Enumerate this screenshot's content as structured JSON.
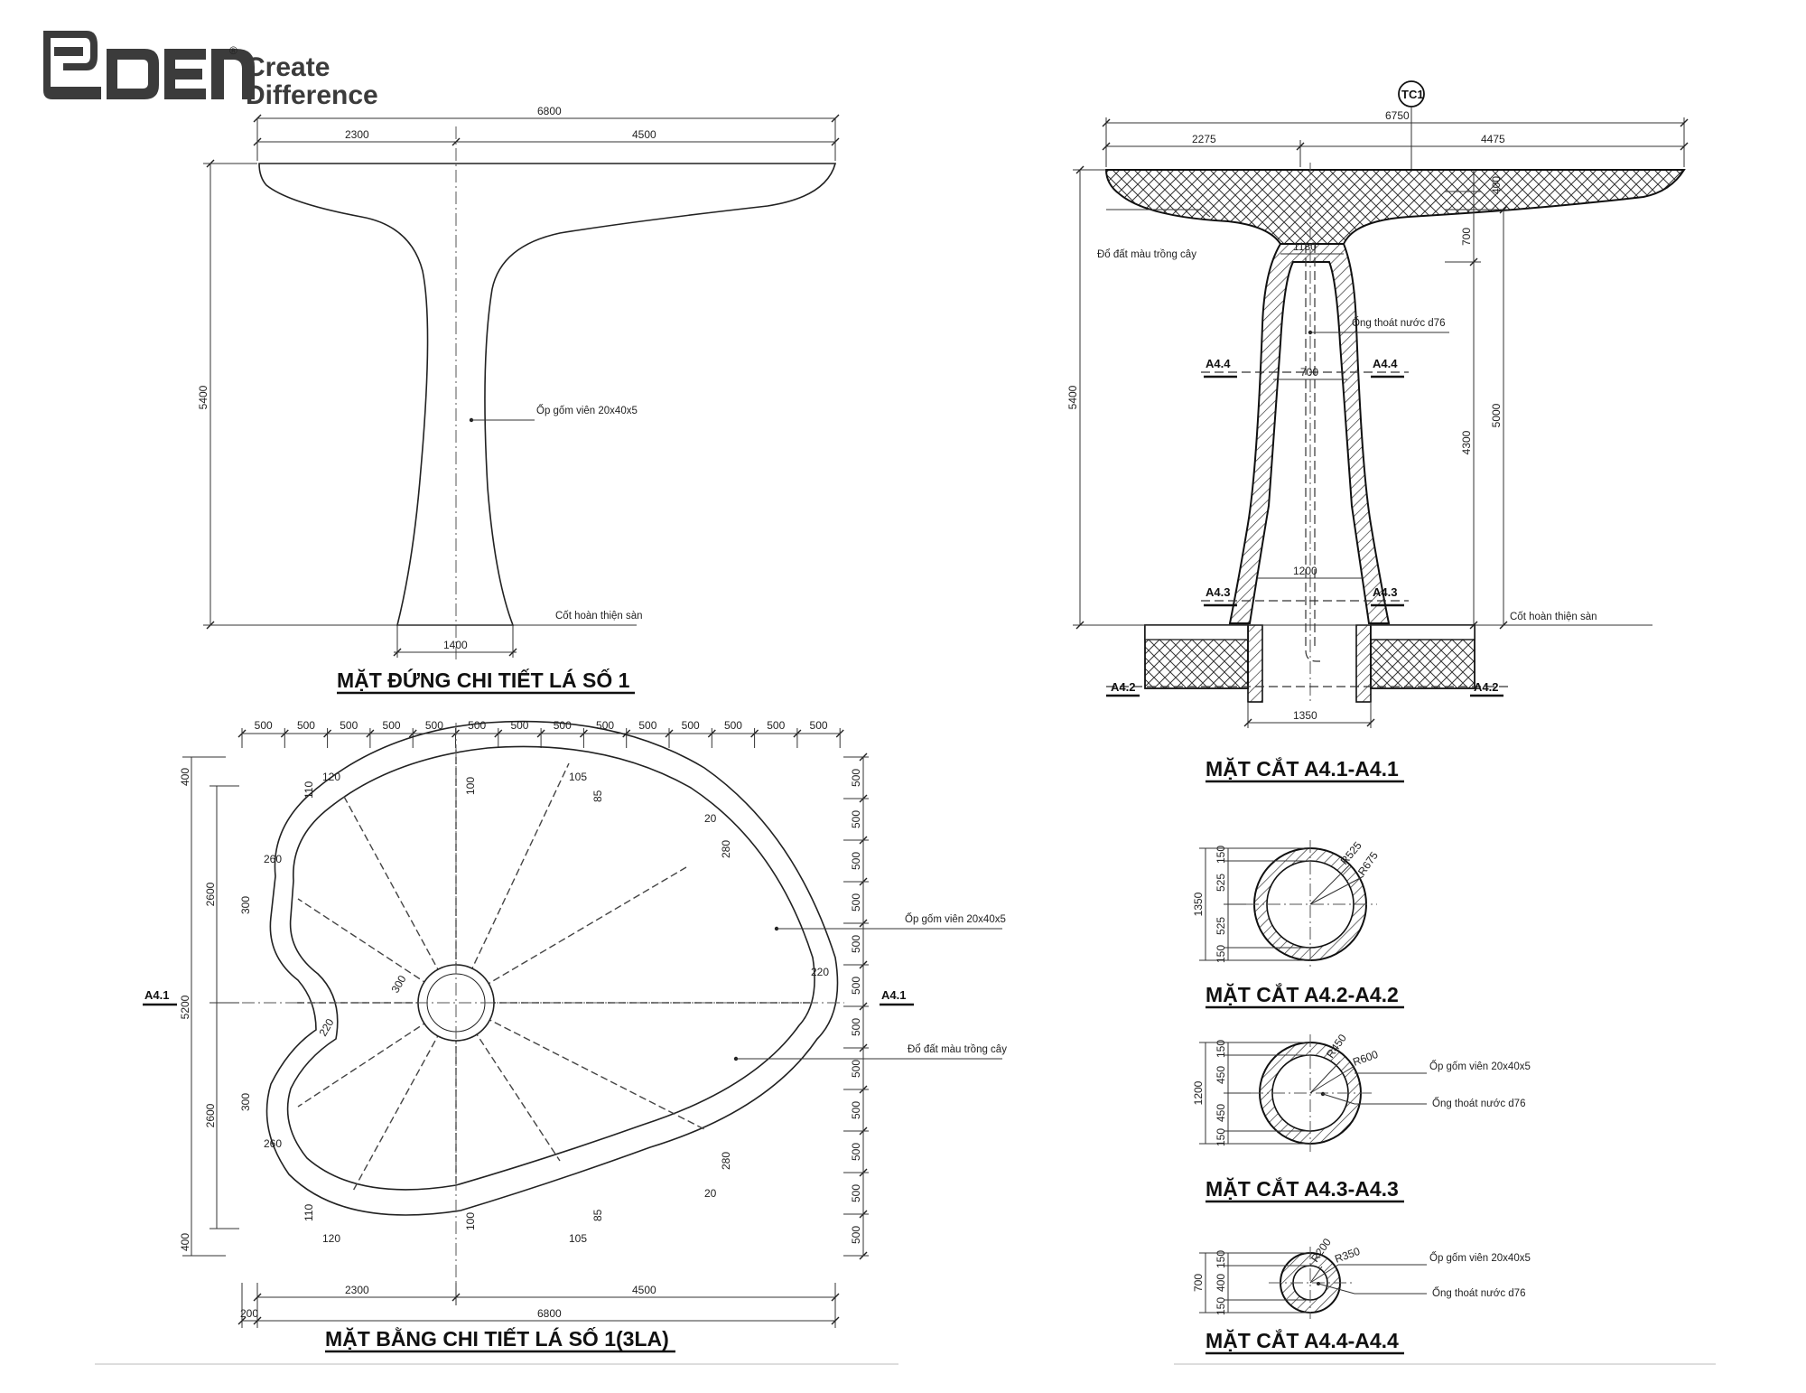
{
  "brand": {
    "line1": "Create",
    "line2": "Difference",
    "logo_text": "Eden",
    "registered": "®"
  },
  "views": {
    "elevation": {
      "title": "MẶT ĐỨNG CHI TIẾT LÁ SỐ 1",
      "dims": {
        "total_width": "6800",
        "left": "2300",
        "right": "4500",
        "height": "5400",
        "base": "1400"
      },
      "notes": {
        "cladding": "Ốp gốm viên 20x40x5",
        "floor": "Cốt hoàn thiện sàn"
      }
    },
    "plan": {
      "title": "MẶT BẰNG CHI TIẾT LÁ SỐ 1(3LA)",
      "grid_top": [
        "500",
        "500",
        "500",
        "500",
        "500",
        "500",
        "500",
        "500",
        "500",
        "500",
        "500",
        "500",
        "500",
        "500"
      ],
      "grid_right": [
        "500",
        "500",
        "500",
        "500",
        "500",
        "500",
        "500",
        "500",
        "500",
        "500",
        "500",
        "500"
      ],
      "left_dims": {
        "top": "400",
        "upper": "2600",
        "total": "5200",
        "lower": "2600",
        "bottom": "400"
      },
      "bottom_dims": {
        "left": "2300",
        "right": "4500",
        "total": "6800",
        "offset": "200"
      },
      "small_dims": {
        "d120": "120",
        "d110": "110",
        "d100": "100",
        "d105": "105",
        "d85": "85",
        "d20": "20",
        "d280": "280",
        "d260": "260",
        "d300": "300",
        "d220": "220"
      },
      "section_marks": {
        "left": "A4.1",
        "right": "A4.1"
      },
      "notes": {
        "cladding": "Ốp gốm viên 20x40x5",
        "soil": "Đổ đất màu trồng cây"
      }
    },
    "section_a41": {
      "title": "MẶT CẮT A4.1-A4.1",
      "tag": "TC1",
      "dims": {
        "total": "6750",
        "left": "2275",
        "right": "4475",
        "d1180": "1180",
        "d700": "700",
        "d1200": "1200",
        "d1350": "1350",
        "h5400": "5400",
        "h4300": "4300",
        "h5000": "5000",
        "h700": "700",
        "h400": "400"
      },
      "notes": {
        "soil": "Đổ đất màu trồng cây",
        "pipe": "Ống thoát nước d76",
        "floor": "Cốt hoàn thiện sàn"
      },
      "marks": {
        "a44": "A4.4",
        "a43": "A4.3",
        "a42": "A4.2"
      }
    },
    "section_a42": {
      "title": "MẶT CẮT A4.2-A4.2",
      "dims": {
        "total": "1350",
        "a": "150",
        "b": "525",
        "c": "525",
        "d": "150"
      },
      "radii": {
        "inner": "R525",
        "outer": "R675"
      }
    },
    "section_a43": {
      "title": "MẶT CẮT A4.3-A4.3",
      "dims": {
        "total": "1200",
        "a": "150",
        "b": "450",
        "c": "450",
        "d": "150"
      },
      "radii": {
        "inner": "R450",
        "outer": "R600"
      },
      "notes": {
        "cladding": "Ốp gốm viên 20x40x5",
        "pipe": "Ống thoát nước d76"
      }
    },
    "section_a44": {
      "title": "MẶT CẮT A4.4-A4.4",
      "dims": {
        "total": "700",
        "a": "150",
        "b": "400",
        "c": "150"
      },
      "radii": {
        "inner": "R200",
        "outer": "R350"
      },
      "notes": {
        "cladding": "Ốp gốm viên 20x40x5",
        "pipe": "Ống thoát nước d76"
      }
    }
  }
}
